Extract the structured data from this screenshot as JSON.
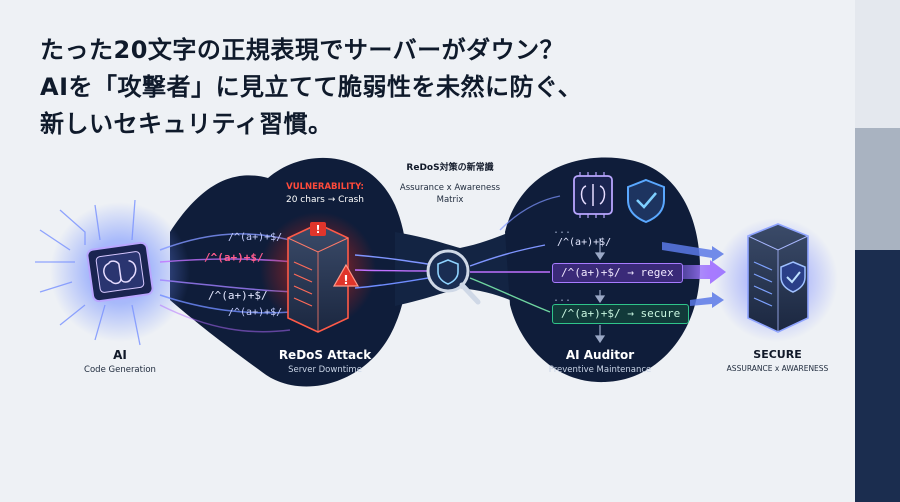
{
  "headline": {
    "line1": "たった20文字の正規表現でサーバーがダウン？",
    "line2": "AIを「攻撃者」に見立てて脆弱性を未然に防ぐ、",
    "line3": "新しいセキュリティ習慣。"
  },
  "nodes": {
    "ai": {
      "title": "AI",
      "subtitle": "Code Generation"
    },
    "attack": {
      "title": "ReDoS Attack",
      "subtitle": "Server Downtime",
      "badge_title": "VULNERABILITY:",
      "badge_text": "20 chars → Crash"
    },
    "matrix": {
      "title": "ReDoS対策の新常識",
      "subtitle_line1": "Assurance x Awareness",
      "subtitle_line2": "Matrix"
    },
    "auditor": {
      "title": "AI Auditor",
      "subtitle": "Preventive Maintenance"
    },
    "secure": {
      "title": "SECURE",
      "subtitle": "ASSURANCE x AWARENESS"
    }
  },
  "regex_flows": {
    "left": [
      "/^(a+)+$/",
      "/^(a+)+$/",
      "/^(a+)+$/",
      "/^(a+)+$/"
    ],
    "right_top": "/^(a+)+$/",
    "dots": "...",
    "regex_pill": "/^(a+)+$/ → regex",
    "secure_pill": "/^(a+)+$/ → secure"
  },
  "colors": {
    "navy": "#0f1d3a",
    "danger": "#e0352b",
    "purple": "#8a5cf6",
    "green": "#2fc48a",
    "blue": "#3b82f6"
  },
  "icons": [
    "brain-chip-icon",
    "server-icon",
    "warning-icon",
    "magnifier-shield-icon",
    "shield-check-icon",
    "secure-server-icon"
  ]
}
